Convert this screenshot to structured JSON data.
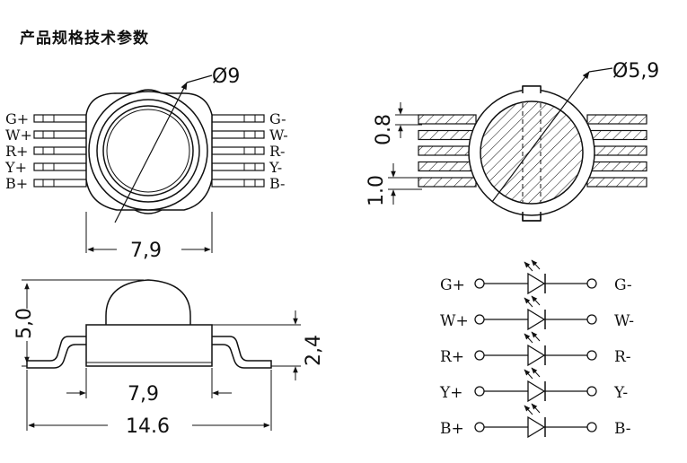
{
  "title": "产品规格技术参数",
  "dimensions": {
    "top_diameter": "Ø9",
    "top_width": "7,9",
    "lens_diameter": "Ø5,9",
    "pin_width": "0.8",
    "pin_pitch": "1.0",
    "height": "5,0",
    "body_height": "2,4",
    "body_width": "7,9",
    "total_width": "14.6"
  },
  "pins_left": [
    "G+",
    "W+",
    "R+",
    "Y+",
    "B+"
  ],
  "pins_right": [
    "G-",
    "W-",
    "R-",
    "Y-",
    "B-"
  ],
  "schematic": [
    {
      "anode": "G+",
      "cathode": "G-"
    },
    {
      "anode": "W+",
      "cathode": "W-"
    },
    {
      "anode": "R+",
      "cathode": "R-"
    },
    {
      "anode": "Y+",
      "cathode": "Y-"
    },
    {
      "anode": "B+",
      "cathode": "B-"
    }
  ],
  "colors": {
    "ink": "#111111",
    "background": "#ffffff"
  }
}
